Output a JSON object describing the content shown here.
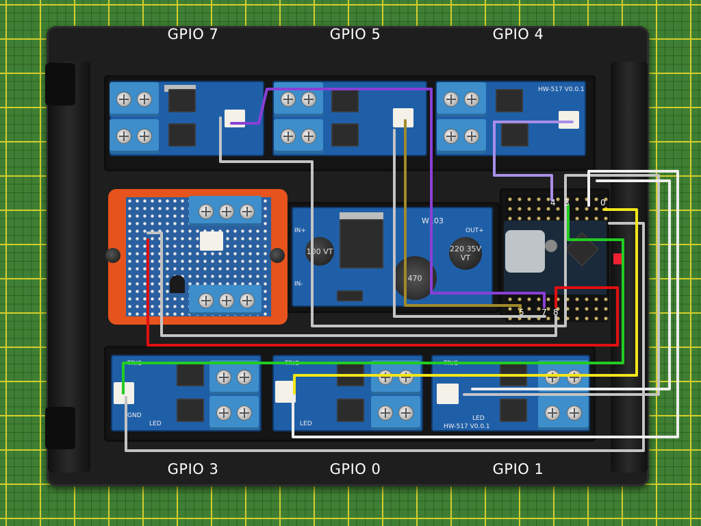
{
  "gpio_labels": {
    "top": [
      "GPIO 7",
      "GPIO 5",
      "GPIO 4"
    ],
    "bottom": [
      "GPIO 3",
      "GPIO 0",
      "GPIO 1"
    ]
  },
  "board_silkscreen": {
    "mosfet_model": "HW-517 V0.0.1",
    "trig": "TRIG",
    "gnd": "GND",
    "led": "LED"
  },
  "buck_converter": {
    "in_plus": "IN+",
    "in_minus": "IN-",
    "out_plus": "OUT+",
    "trimmer": "W103",
    "cap_left": "100 VT",
    "cap_right": "220 35V VT",
    "inductor": "470"
  },
  "header_pin_numbers": {
    "top": [
      "4",
      "3",
      "0"
    ],
    "bottom": [
      "5",
      "7",
      "8"
    ]
  },
  "wire_colors": {
    "purple": "#8a3fd6",
    "lavender": "#a98ee8",
    "olive": "#a08a2a",
    "gray": "#c4c4c4",
    "white": "#eeeeee",
    "red": "#e01010",
    "green": "#22cc22",
    "yellow": "#f2e61a"
  }
}
